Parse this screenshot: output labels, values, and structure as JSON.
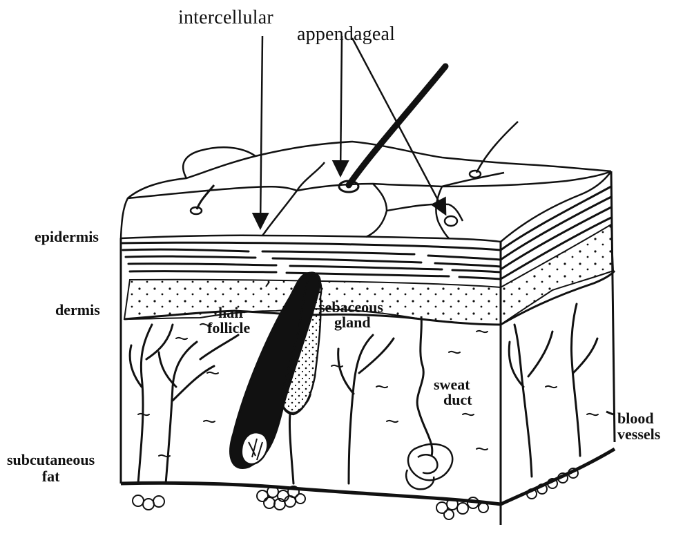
{
  "labels": {
    "intercellular": "intercellular",
    "appendageal": "appendageal",
    "epidermis": "epidermis",
    "dermis": "dermis",
    "hair_follicle_line1": "hair",
    "hair_follicle_line2": "follicle",
    "sebaceous_gland_line1": "sebaceous",
    "sebaceous_gland_line2": "gland",
    "sweat_duct_line1": "sweat",
    "sweat_duct_line2": "duct",
    "blood_vessels_line1": "blood",
    "blood_vessels_line2": "vessels",
    "subcutaneous_fat_line1": "subcutaneous",
    "subcutaneous_fat_line2": "fat"
  },
  "colors": {
    "ink": "#111111",
    "paper": "#ffffff"
  }
}
